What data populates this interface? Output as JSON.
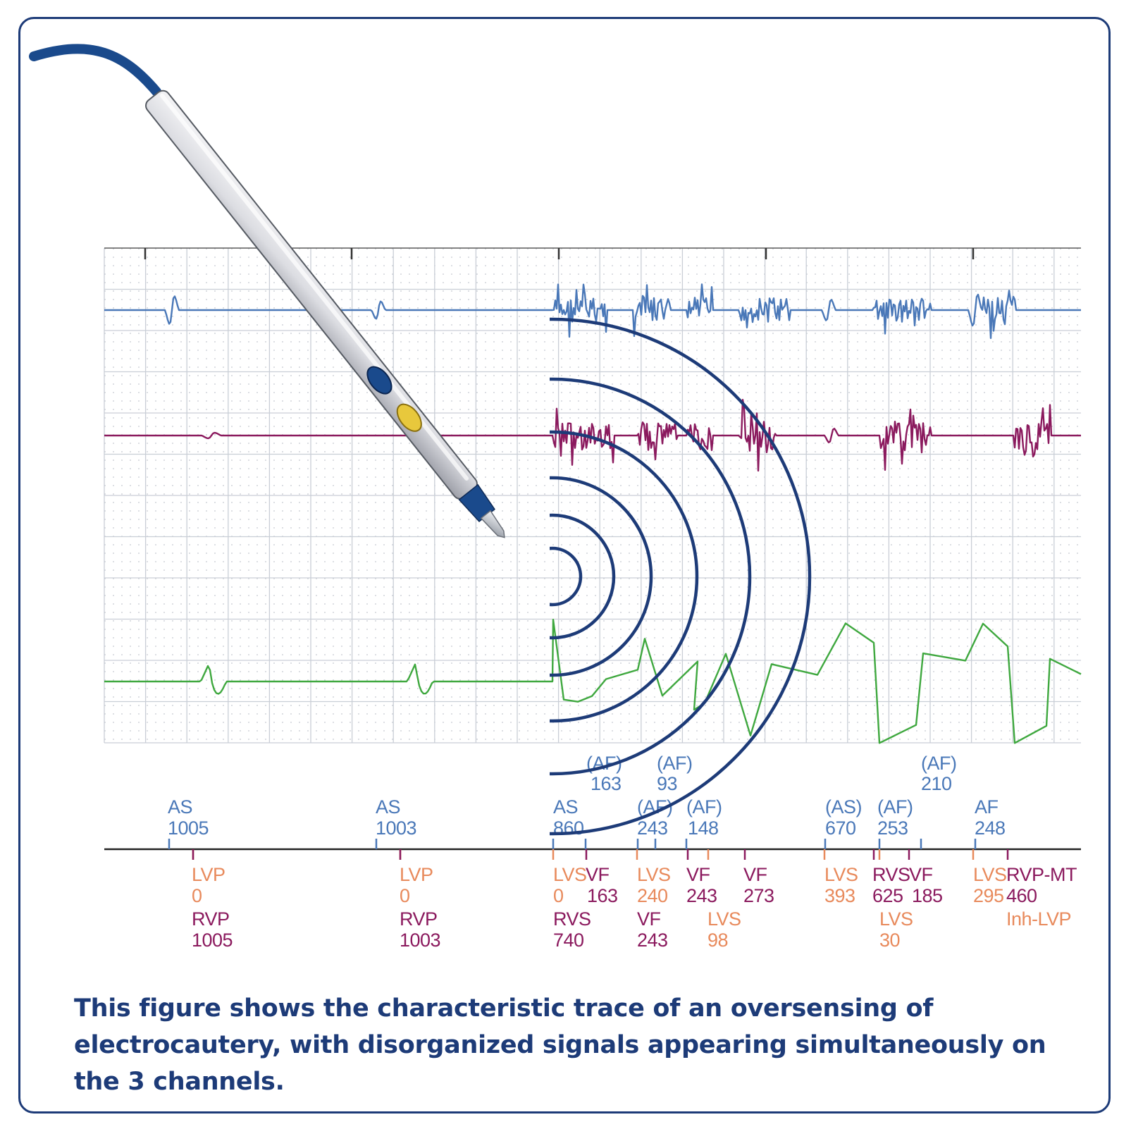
{
  "caption": "This figure shows the characteristic trace of an oversensing of electrocautery, with disorganized signals appearing simultaneously on the 3 channels.",
  "colors": {
    "frame": "#1d3b78",
    "atrial_channel": "#4a78b8",
    "rv_channel": "#8b1a5e",
    "lv_channel": "#3fa83f",
    "grid": "#c9ced6",
    "waves": "#1d3b78",
    "lv_marker": "#e88a5c",
    "rv_marker": "#8b1a5e",
    "atrial_marker": "#4a78b8"
  },
  "icons": [
    "electrocautery-pen-icon",
    "emission-wave-arcs"
  ],
  "atrial_markers": [
    {
      "label": "AS",
      "value": "1005"
    },
    {
      "label": "AS",
      "value": "1003"
    },
    {
      "label": "AS",
      "value": "860"
    },
    {
      "label": "(AF)",
      "value": "163"
    },
    {
      "label": "(AF)",
      "value": "93"
    },
    {
      "label": "(AF)",
      "value": "243"
    },
    {
      "label": "(AF)",
      "value": "148"
    },
    {
      "label": "(AS)",
      "value": "670"
    },
    {
      "label": "(AF)",
      "value": "253"
    },
    {
      "label": "(AF)",
      "value": "210"
    },
    {
      "label": "AF",
      "value": "248"
    }
  ],
  "ventricular_markers_upper": [
    {
      "label": "LVP",
      "value": "0",
      "color": "lv"
    },
    {
      "label": "LVP",
      "value": "0",
      "color": "lv"
    },
    {
      "label": "LVS",
      "value": "0",
      "color": "lv"
    },
    {
      "label": "VF",
      "value": "163",
      "color": "rv"
    },
    {
      "label": "LVS",
      "value": "240",
      "color": "lv"
    },
    {
      "label": "VF",
      "value": "243",
      "color": "rv"
    },
    {
      "label": "VF",
      "value": "273",
      "color": "rv"
    },
    {
      "label": "LVS",
      "value": "393",
      "color": "lv"
    },
    {
      "label": "RVS",
      "value": "625",
      "color": "rv"
    },
    {
      "label": "VF",
      "value": "185",
      "color": "rv"
    },
    {
      "label": "LVS",
      "value": "295",
      "color": "lv"
    },
    {
      "label": "RVP-MT",
      "value": "460",
      "color": "rv"
    }
  ],
  "ventricular_markers_lower": [
    {
      "label": "RVP",
      "value": "1005",
      "color": "rv"
    },
    {
      "label": "RVP",
      "value": "1003",
      "color": "rv"
    },
    {
      "label": "RVS",
      "value": "740",
      "color": "rv"
    },
    {
      "label": "VF",
      "value": "243",
      "color": "rv"
    },
    {
      "label": "LVS",
      "value": "98",
      "color": "lv"
    },
    {
      "label": "LVS",
      "value": "30",
      "color": "lv"
    },
    {
      "label": "Inh-LVP",
      "value": "",
      "color": "lv"
    }
  ]
}
